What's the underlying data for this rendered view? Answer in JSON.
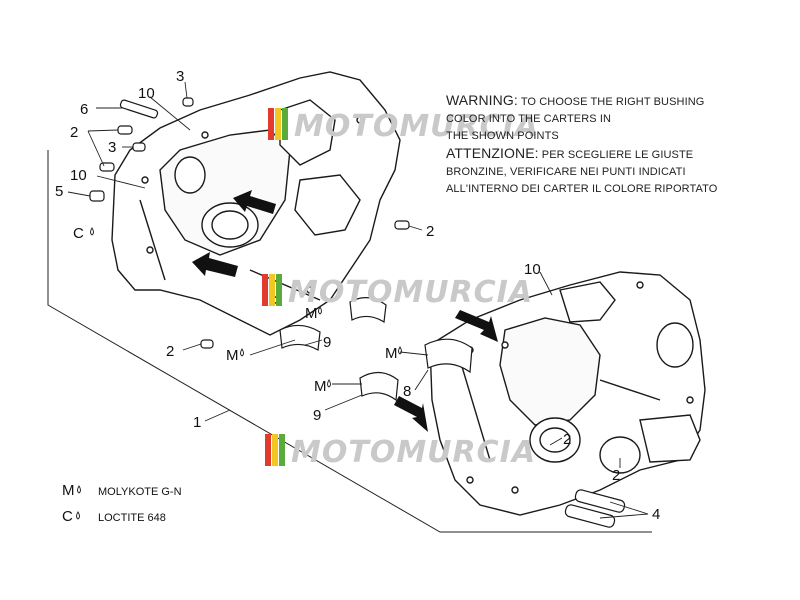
{
  "warning": {
    "heading_en": "WARNING:",
    "text_en_1": "TO CHOOSE THE RIGHT BUSHING",
    "text_en_2": "COLOR INTO THE CARTERS IN",
    "text_en_3": "THE SHOWN POINTS",
    "heading_it": "ATTENZIONE:",
    "text_it_1": "PER SCEGLIERE LE GIUSTE",
    "text_it_2": "BRONZINE, VERIFICARE NEI PUNTI INDICATI",
    "text_it_3": "ALL'INTERNO DEI CARTER IL COLORE RIPORTATO"
  },
  "legend": [
    {
      "symbol": "M",
      "label": "MOLYKOTE G-N"
    },
    {
      "symbol": "C",
      "label": "LOCTITE 648"
    }
  ],
  "watermark": "MOTOMURCIA",
  "callouts": {
    "c1": "1",
    "c2a": "2",
    "c2b": "2",
    "c2c": "2",
    "c2d": "2",
    "c2e": "2",
    "c3a": "3",
    "c3b": "3",
    "c4": "4",
    "c5": "5",
    "c6": "6",
    "c8": "8",
    "c9a": "9",
    "c9b": "9",
    "c10a": "10",
    "c10b": "10",
    "c10c": "10",
    "cC": "C",
    "cM1": "M",
    "cM2": "M",
    "cM3": "M",
    "cM4": "M"
  },
  "drop_glyph": "💧",
  "colors": {
    "line": "#1a1a1a",
    "watermark": "#c8c8c8",
    "stripe_red": "#e23b2e",
    "stripe_yellow": "#f2c623",
    "stripe_green": "#5aaa3c"
  }
}
